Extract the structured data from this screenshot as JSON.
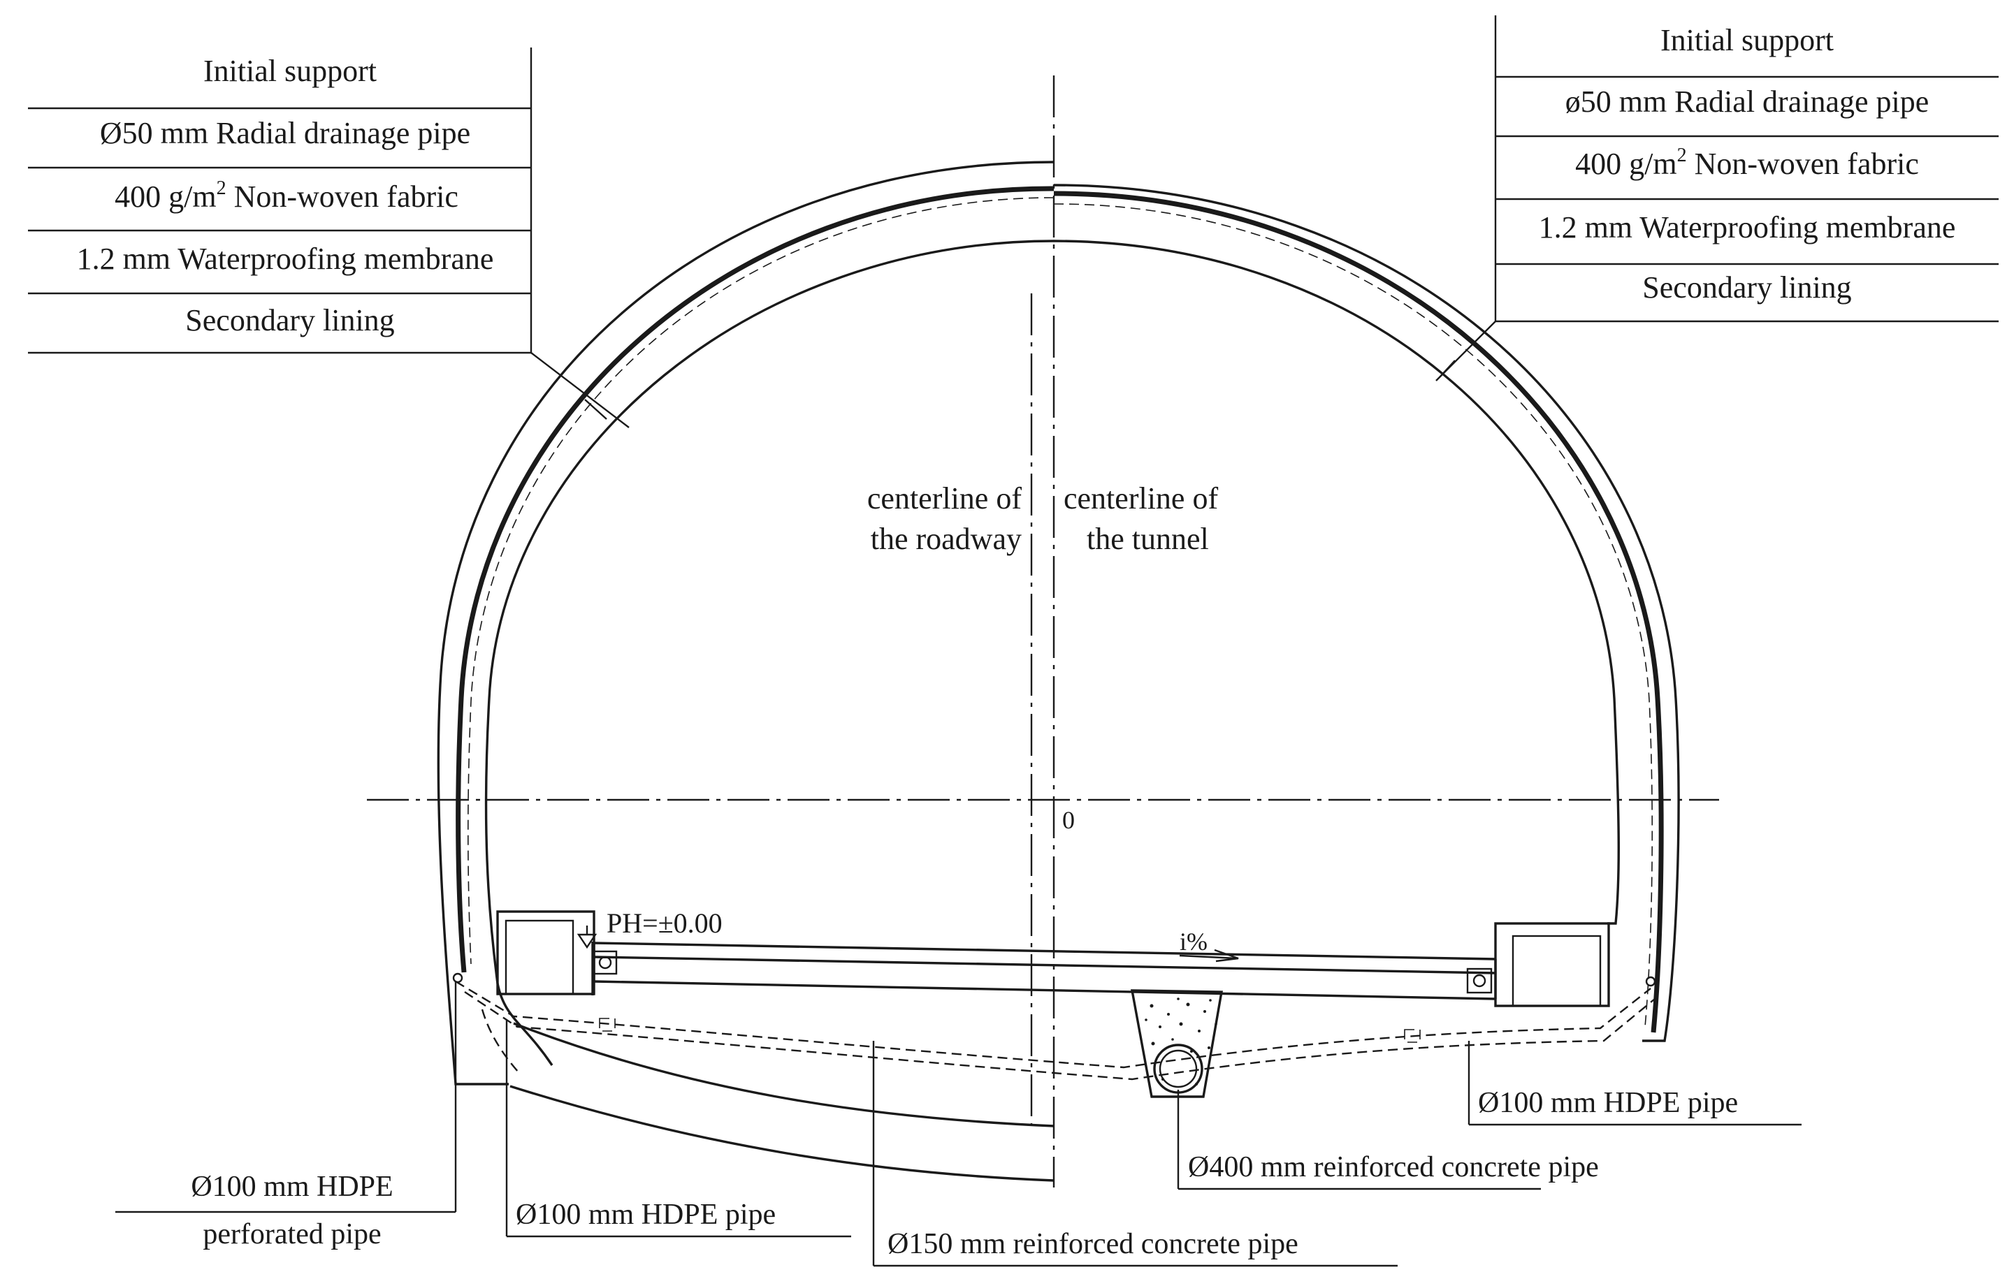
{
  "left_table": {
    "rows": [
      "Initial support",
      "Ø50 mm Radial drainage pipe",
      "400 g/m",
      "1.2 mm Waterproofing membrane",
      "Secondary lining"
    ],
    "fabric_superscript": "2",
    "fabric_suffix": " Non-woven fabric"
  },
  "right_table": {
    "rows": [
      "Initial support",
      "ø50 mm Radial drainage pipe",
      "400 g/m",
      "1.2 mm Waterproofing membrane",
      "Secondary lining"
    ],
    "fabric_superscript": "2",
    "fabric_suffix": " Non-woven fabric"
  },
  "centerlines": {
    "roadway": [
      "centerline of",
      "the roadway"
    ],
    "tunnel": [
      "centerline of",
      "the tunnel"
    ],
    "origin": "0"
  },
  "elevation_label": "PH=±0.00",
  "slope_label": "i%",
  "bottom_labels": {
    "hdpe_perforated": [
      "Ø100 mm HDPE",
      "perforated pipe"
    ],
    "hdpe_left": "Ø100 mm HDPE pipe",
    "rc_150": "Ø150 mm reinforced concrete pipe",
    "rc_400": "Ø400 mm reinforced concrete pipe",
    "hdpe_right": "Ø100 mm HDPE pipe"
  }
}
